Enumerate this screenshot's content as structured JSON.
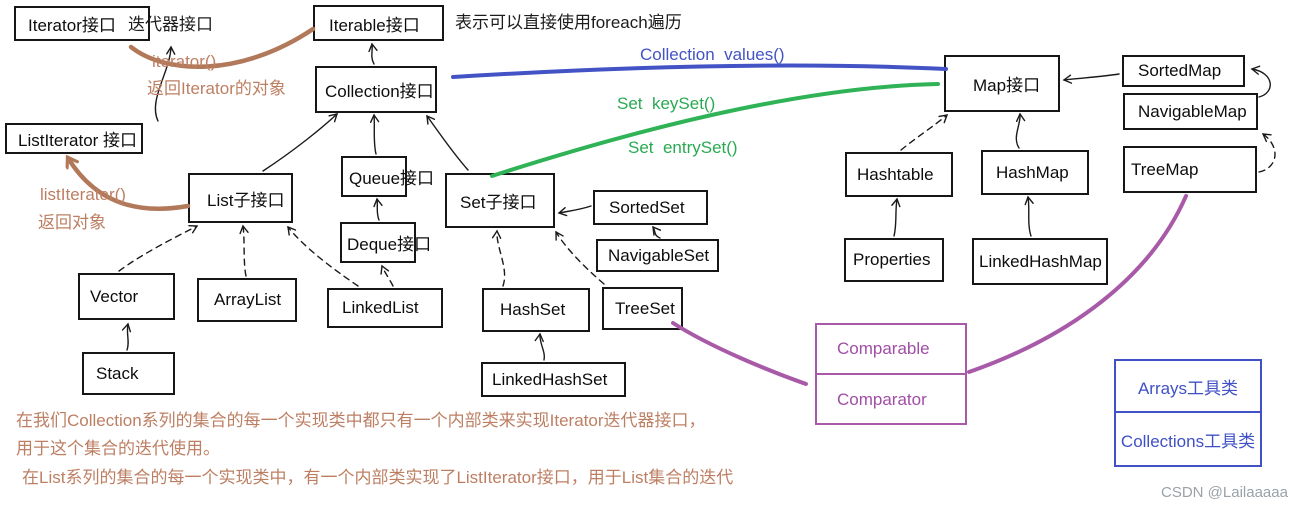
{
  "diagram": {
    "nodes": [
      {
        "label": "Iterator接口"
      },
      {
        "label": "ListIterator 接口"
      },
      {
        "label": "Iterable接口"
      },
      {
        "label": "Collection接口"
      },
      {
        "label": "List子接口"
      },
      {
        "label": "Queue接口"
      },
      {
        "label": "Deque接口"
      },
      {
        "label": "Set子接口"
      },
      {
        "label": "SortedSet"
      },
      {
        "label": "NavigableSet"
      },
      {
        "label": "Vector"
      },
      {
        "label": "ArrayList"
      },
      {
        "label": "LinkedList"
      },
      {
        "label": "Stack"
      },
      {
        "label": "HashSet"
      },
      {
        "label": "TreeSet"
      },
      {
        "label": "LinkedHashSet"
      },
      {
        "label": "Map接口"
      },
      {
        "label": "SortedMap"
      },
      {
        "label": "NavigableMap"
      },
      {
        "label": "TreeMap"
      },
      {
        "label": "Hashtable"
      },
      {
        "label": "Properties"
      },
      {
        "label": "HashMap"
      },
      {
        "label": "LinkedHashMap"
      }
    ],
    "comparator_box": {
      "top": "Comparable",
      "bottom": "Comparator"
    },
    "tools_box": {
      "top": "Arrays工具类",
      "bottom": "Collections工具类"
    },
    "labels": {
      "iterator_alias": "迭代器接口",
      "iterator_method": "iterator()",
      "iterator_return": "返回Iterator的对象",
      "listiterator_method": "listIterator()",
      "listiterator_return": "返回对象",
      "foreach_note": "表示可以直接使用foreach遍历",
      "values_method": "Collection  values()",
      "keyset_method": "Set  keySet()",
      "entryset_method": "Set  entrySet()"
    },
    "paragraphs": [
      "在我们Collection系列的集合的每一个实现类中都只有一个内部类来实现Iterator迭代器接口，",
      "用于这个集合的迭代使用。",
      "在List系列的集合的每一个实现类中，有一个内部类实现了ListIterator接口，用于List集合的迭代"
    ],
    "watermark": "CSDN @Lailaaaaa",
    "colors": {
      "annotation_brown": "#bd7f63",
      "hand_curve_brown": "#b1795a",
      "values_blue": "#4353c5",
      "keyset_green": "#2fb356",
      "comparator_purple": "#a85aa8",
      "tools_blue": "#3f51c5",
      "watermark_gray": "#9aa2a8"
    }
  }
}
